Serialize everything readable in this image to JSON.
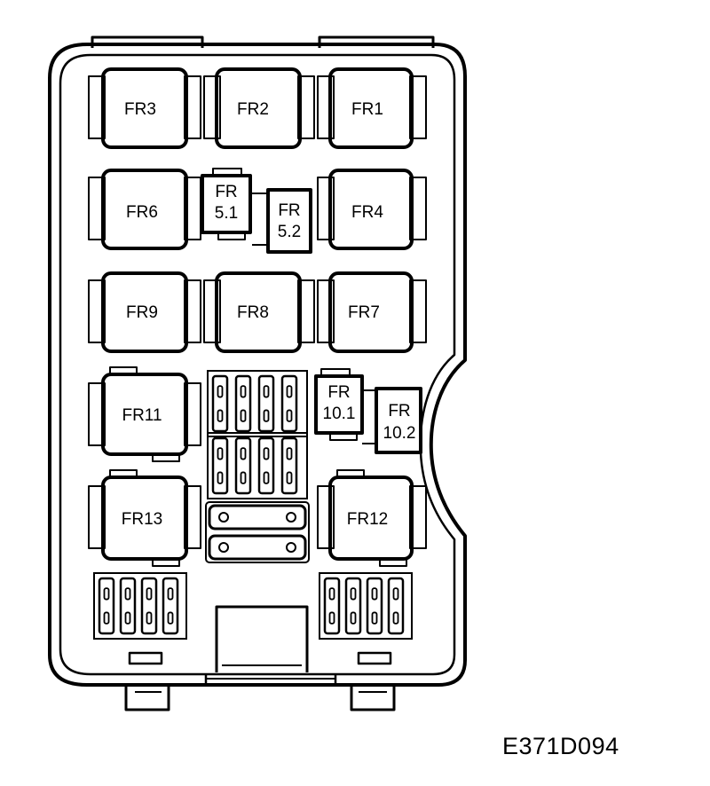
{
  "caption": "E371D094",
  "relays": {
    "fr1": "FR1",
    "fr2": "FR2",
    "fr3": "FR3",
    "fr4": "FR4",
    "fr6": "FR6",
    "fr7": "FR7",
    "fr8": "FR8",
    "fr9": "FR9",
    "fr11": "FR11",
    "fr12": "FR12",
    "fr13": "FR13"
  },
  "small_relays": {
    "fr5_1": [
      "FR",
      "5.1"
    ],
    "fr5_2": [
      "FR",
      "5.2"
    ],
    "fr10_1": [
      "FR",
      "10.1"
    ],
    "fr10_2": [
      "FR",
      "10.2"
    ]
  }
}
